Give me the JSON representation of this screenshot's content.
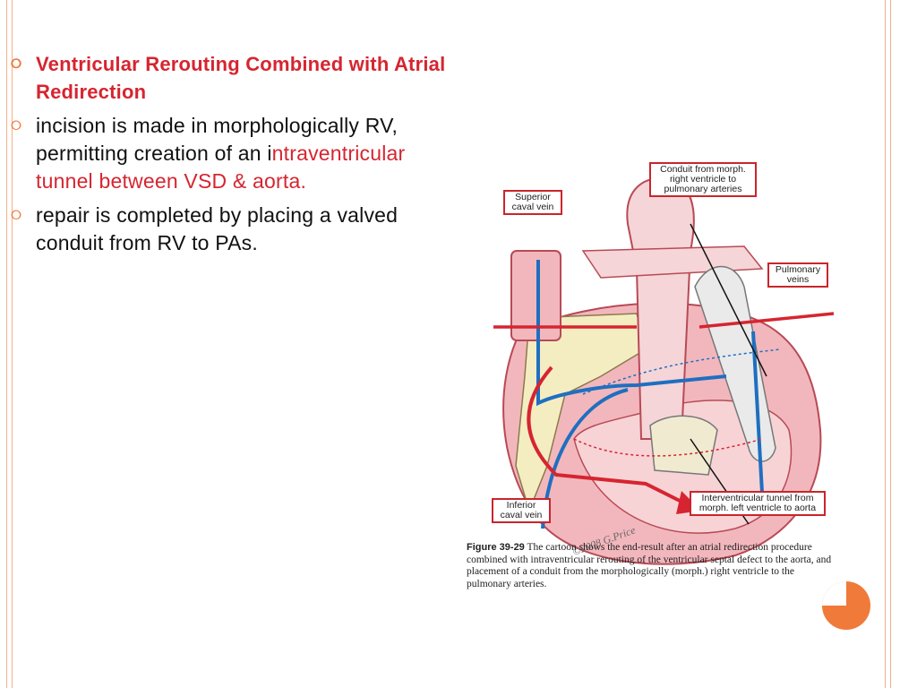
{
  "bullets": [
    {
      "text": "Ventricular Rerouting Combined with Atrial Redirection",
      "style": "heading"
    },
    {
      "parts": [
        "incision is made in   morphologically RV, permitting creation of an i",
        "ntraventricular tunnel between VSD &   aorta."
      ]
    },
    {
      "text": "  repair is completed by placing a valved conduit from    RV to    PAs."
    }
  ],
  "figure": {
    "labels": {
      "superior_caval_vein": "Superior caval vein",
      "conduit": "Conduit from morph. right ventricle to pulmonary arteries",
      "pulmonary_veins": "Pulmonary veins",
      "inferior_caval_vein": "Inferior caval vein",
      "tunnel": "Interventricular tunnel from morph. left ventricle to aorta"
    },
    "signature": "©2008 G.Price",
    "caption_title": "Figure 39-29",
    "caption_text": " The cartoon shows the end-result after an atrial redirection procedure combined with intraventricular rerouting of the ventricular septal defect to the aorta, and placement of a conduit from the morphologically (morph.) right ventricle to the pulmonary arteries."
  },
  "colors": {
    "accent": "#f07a3a",
    "heading": "#d62530",
    "frame": "#f3b08a",
    "label_border": "#c9252c",
    "blue_flow": "#1f6fc0",
    "red_flow": "#d62530"
  }
}
